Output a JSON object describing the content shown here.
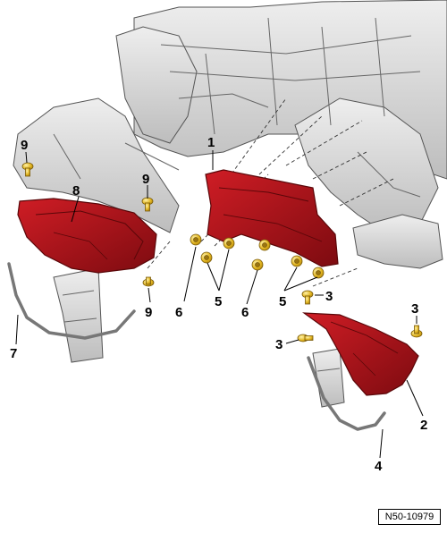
{
  "diagram": {
    "callouts": [
      {
        "id": "1",
        "label": "1"
      },
      {
        "id": "2",
        "label": "2"
      },
      {
        "id": "3a",
        "label": "3"
      },
      {
        "id": "3b",
        "label": "3"
      },
      {
        "id": "3c",
        "label": "3"
      },
      {
        "id": "4",
        "label": "4"
      },
      {
        "id": "5a",
        "label": "5"
      },
      {
        "id": "5b",
        "label": "5"
      },
      {
        "id": "6a",
        "label": "6"
      },
      {
        "id": "6b",
        "label": "6"
      },
      {
        "id": "7",
        "label": "7"
      },
      {
        "id": "8",
        "label": "8"
      },
      {
        "id": "9a",
        "label": "9"
      },
      {
        "id": "9b",
        "label": "9"
      },
      {
        "id": "9c",
        "label": "9"
      }
    ],
    "reference_code": "N50-10979"
  },
  "colors": {
    "part_red": "#b3121a",
    "part_dark": "#6e0a0e",
    "fastener_gold": "#e0b21c",
    "body_gray": "#d6d6d6"
  }
}
